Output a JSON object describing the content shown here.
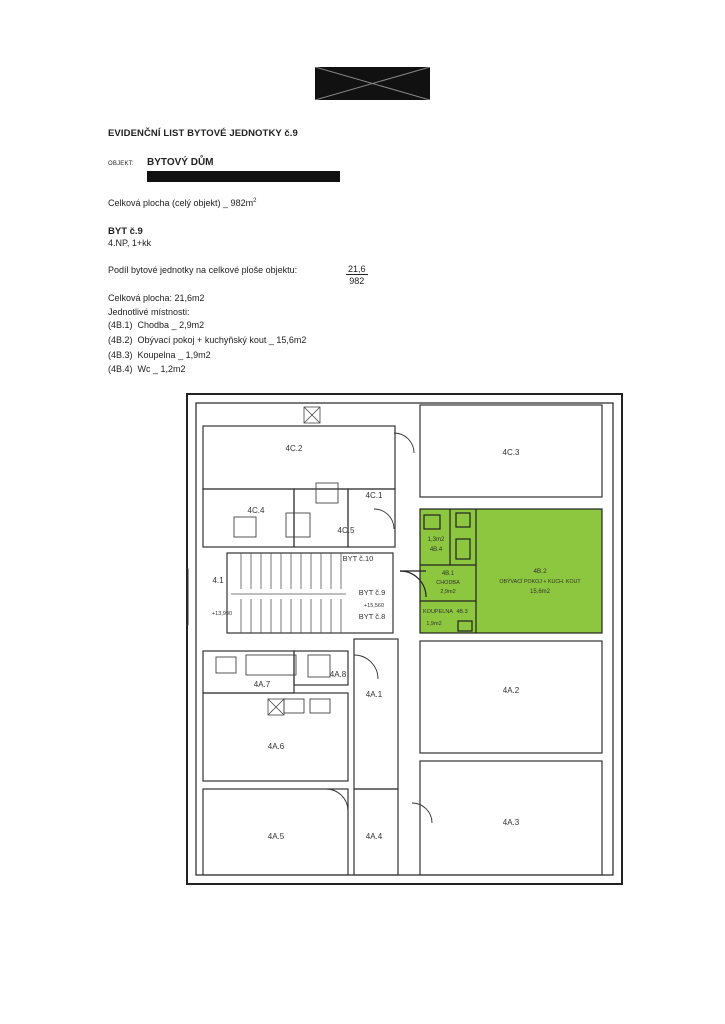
{
  "document": {
    "title": "EVIDENČNÍ LIST BYTOVÉ JEDNOTKY č.9",
    "object_label": "OBJEKT:",
    "object_value": "BYTOVÝ DŮM",
    "total_area_text": "Celková plocha (celý objekt) _ 982m",
    "total_area_sup": "2",
    "unit_title": "BYT č.9",
    "unit_type": "4.NP, 1+kk",
    "share_label": "Podíl bytové jednotky na celkové ploše objektu:",
    "share_numerator": "21,6",
    "share_denominator": "982",
    "unit_area": "Celková plocha:  21,6m2",
    "rooms_title": "Jednotlivé místnosti:",
    "rooms": [
      {
        "code": "(4B.1)",
        "text": "Chodba _ 2,9m2"
      },
      {
        "code": "(4B.2)",
        "text": "Obývací pokoj + kuchyňský kout _ 15,6m2"
      },
      {
        "code": "(4B.3)",
        "text": "Koupelna _ 1,9m2"
      },
      {
        "code": "(4B.4)",
        "text": "Wc _ 1,2m2"
      }
    ]
  },
  "floor_plan": {
    "highlight_color": "#8dc63f",
    "labels": {
      "r4c2": "4C.2",
      "r4c3": "4C.3",
      "r4c1": "4C.1",
      "r4c4": "4C.4",
      "r4c5": "4C.5",
      "r41": "4.1",
      "byt10": "BYT č.10",
      "byt9": "BYT č.9",
      "byt8": "BYT č.8",
      "lvl1": "+13,990",
      "lvl2": "+15,560",
      "wc_area": "1,3m2",
      "wc_code": "4B.4",
      "hall_code": "4B.1",
      "hall_name": "CHODBA",
      "hall_area": "2,9m2",
      "living_code": "4B.2",
      "living_name": "OBÝVACÍ POKOJ + KUCH. KOUT",
      "living_area": "15,6m2",
      "bath_name": "KOUPELNA",
      "bath_code": "4B.3",
      "bath_area": "1,9m2",
      "r4a7": "4A.7",
      "r4a8": "4A.8",
      "r4a1": "4A.1",
      "r4a2": "4A.2",
      "r4a6": "4A.6",
      "r4a5": "4A.5",
      "r4a4": "4A.4",
      "r4a3": "4A.3"
    }
  }
}
